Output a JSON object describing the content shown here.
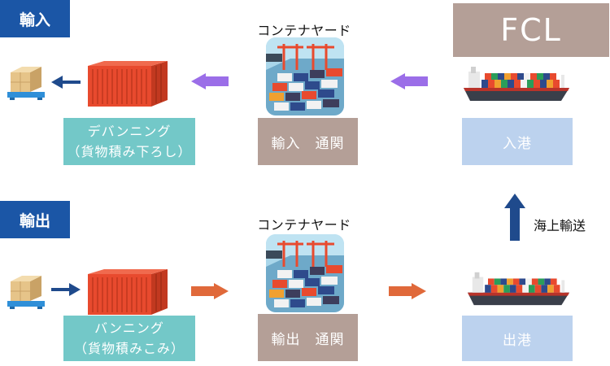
{
  "import": {
    "tag": "輸入",
    "fcl": "FCL",
    "yard_label": "コンテナヤード",
    "devanning_line1": "デバンニング",
    "devanning_line2": "（貨物積み下ろし）",
    "customs": "輸入　通関",
    "port": "入港"
  },
  "export": {
    "tag": "輸出",
    "yard_label": "コンテナヤード",
    "vanning_line1": "バンニング",
    "vanning_line2": "（貨物積みこみ）",
    "customs": "輸出　通関",
    "port": "出港",
    "sea_transport": "海上輸送"
  },
  "colors": {
    "tag_blue": "#1b56a6",
    "fcl_brown": "#b49f97",
    "teal": "#73c8c8",
    "light_blue": "#bcd2ee",
    "purple_arrow": "#9b6ee8",
    "orange_arrow": "#e0693a",
    "dark_blue_arrow": "#1f4a8c",
    "container_red": "#e84a2e"
  },
  "icons": [
    "pallet-boxes-icon",
    "shipping-container-icon",
    "container-yard-icon",
    "cargo-ship-icon"
  ]
}
